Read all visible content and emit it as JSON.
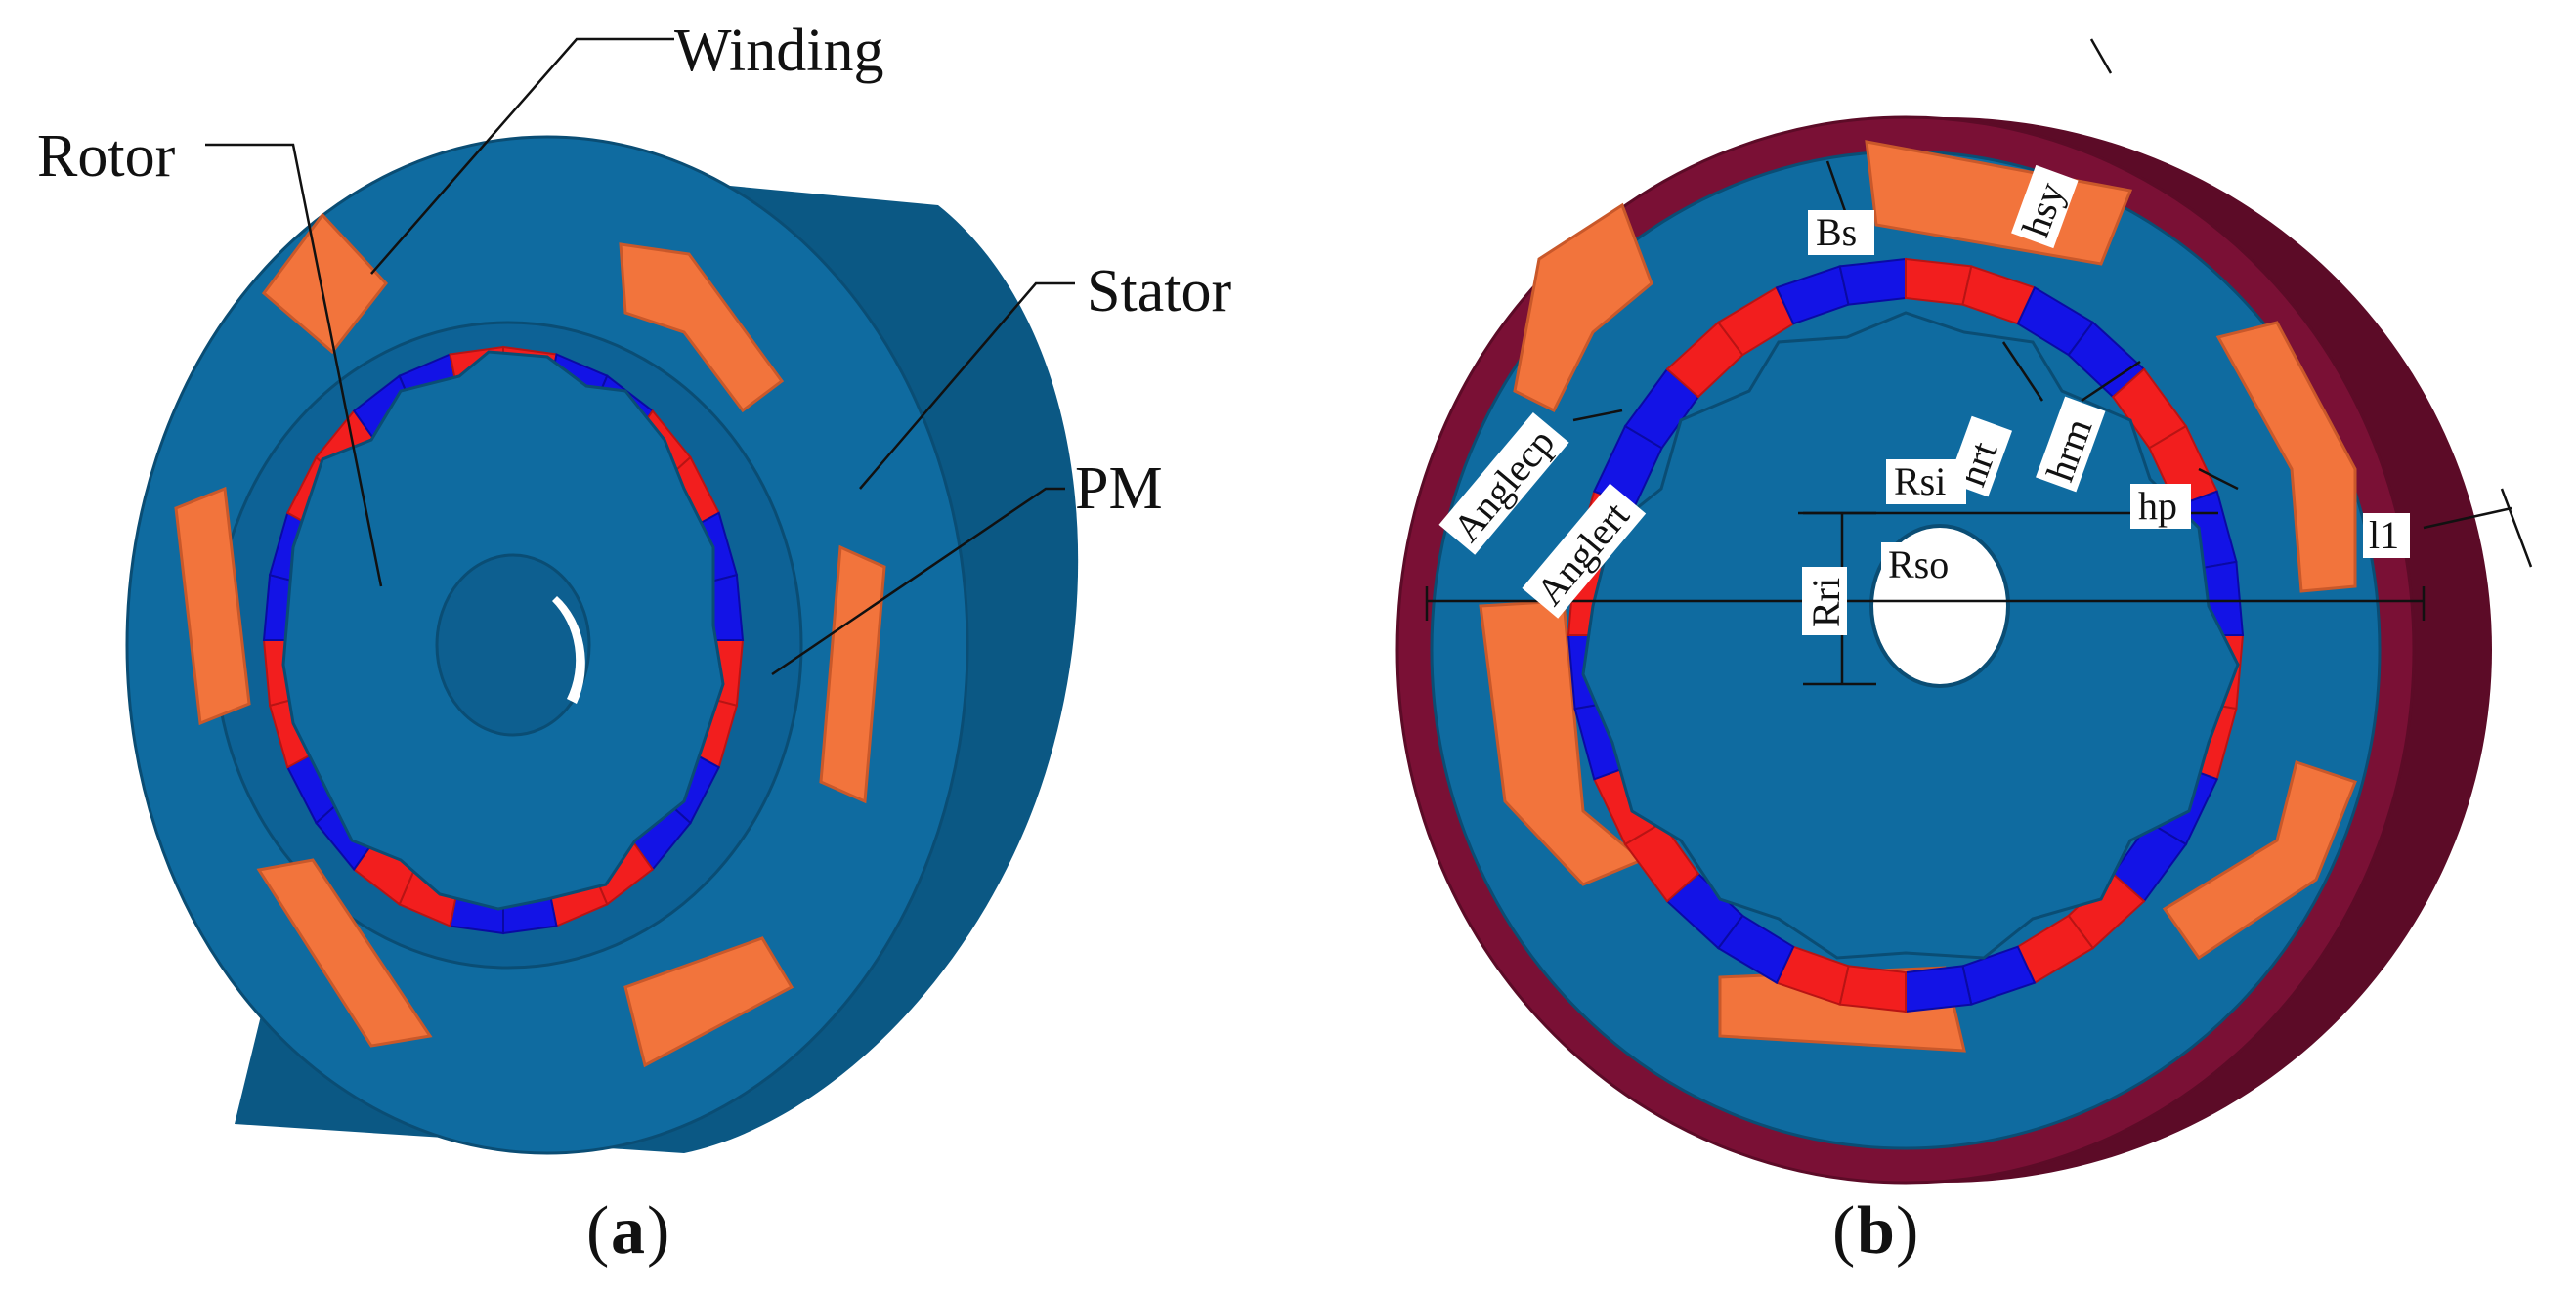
{
  "colors": {
    "steel": "#0f6ba0",
    "steel_dark": "#0b5884",
    "steel_shadow": "#0a4d74",
    "winding": "#f2743c",
    "winding_dark": "#c9582a",
    "pm_red": "#f21e1e",
    "pm_red_dark": "#b81414",
    "pm_blue": "#1313e6",
    "pm_blue_dark": "#0a0aa3",
    "frame": "#7a1035",
    "frame_dark": "#5c0b27",
    "leader": "#111111"
  },
  "panel_a": {
    "caption_paren_open": "(",
    "caption_letter": "a",
    "caption_paren_close": ")",
    "labels": {
      "winding": "Winding",
      "rotor": "Rotor",
      "stator": "Stator",
      "pm": "PM"
    }
  },
  "panel_b": {
    "caption_paren_open": "(",
    "caption_letter": "b",
    "caption_paren_close": ")",
    "dimensions": {
      "bs": "Bs",
      "hsy": "hsy",
      "hrt": "hrt",
      "hrm": "hrm",
      "rsi": "Rsi",
      "hp": "hp",
      "anglecp": "Anglecp",
      "anglert": "Anglert",
      "rri": "Rri",
      "rso": "Rso",
      "l1": "l1"
    }
  }
}
